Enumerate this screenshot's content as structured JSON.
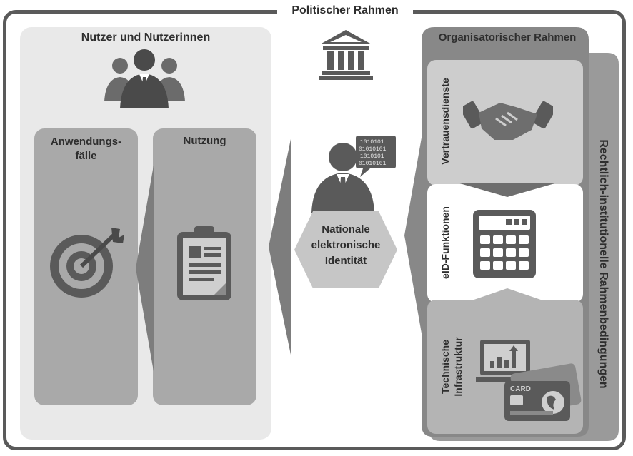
{
  "frame": {
    "title": "Politischer Rahmen"
  },
  "users": {
    "title": "Nutzer und Nutzerinnen",
    "use_cases": {
      "line1": "Anwendungs-",
      "line2": "fälle"
    },
    "usage": "Nutzung"
  },
  "center": {
    "line1": "Nationale",
    "line2": "elektronische",
    "line3": "Identität",
    "binary": [
      "1010101",
      "01010101",
      "1010101",
      "01010101"
    ]
  },
  "org": {
    "title": "Organisatorischer Rahmen",
    "legal_label": "Rechtlich-institutionelle Rahmenbedingungen",
    "trust_services": "Vertrauensdienste",
    "eid_functions": "eID-Funktionen",
    "tech_infra": {
      "line1": "Technische",
      "line2": "Infrastruktur"
    },
    "card_label": "CARD"
  }
}
